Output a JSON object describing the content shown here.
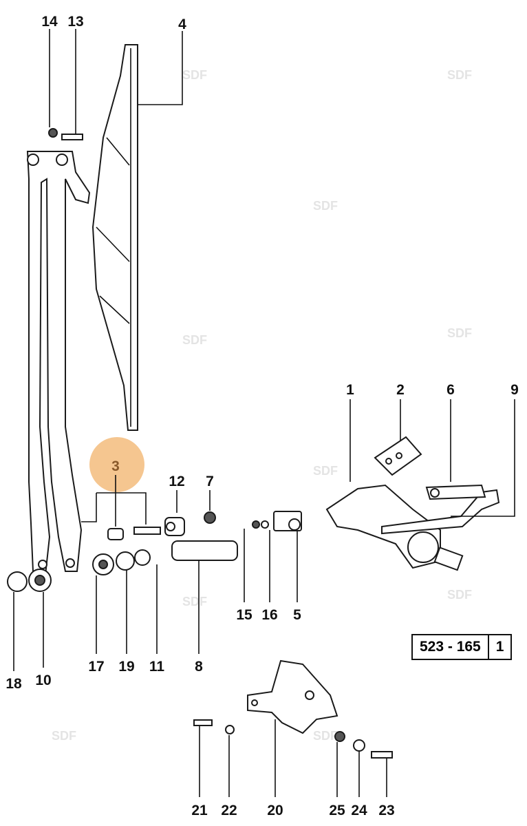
{
  "diagram": {
    "reference": {
      "code": "523 - 165",
      "sheet": "1"
    },
    "highlighted_part": "3",
    "highlight_color": "#f5c690",
    "highlight_text_color": "#8a5a2a",
    "watermark": "SDF",
    "callouts": [
      "14",
      "13",
      "4",
      "1",
      "2",
      "6",
      "9",
      "3",
      "12",
      "7",
      "15",
      "16",
      "5",
      "17",
      "19",
      "11",
      "8",
      "18",
      "10",
      "21",
      "22",
      "20",
      "25",
      "24",
      "23"
    ]
  }
}
